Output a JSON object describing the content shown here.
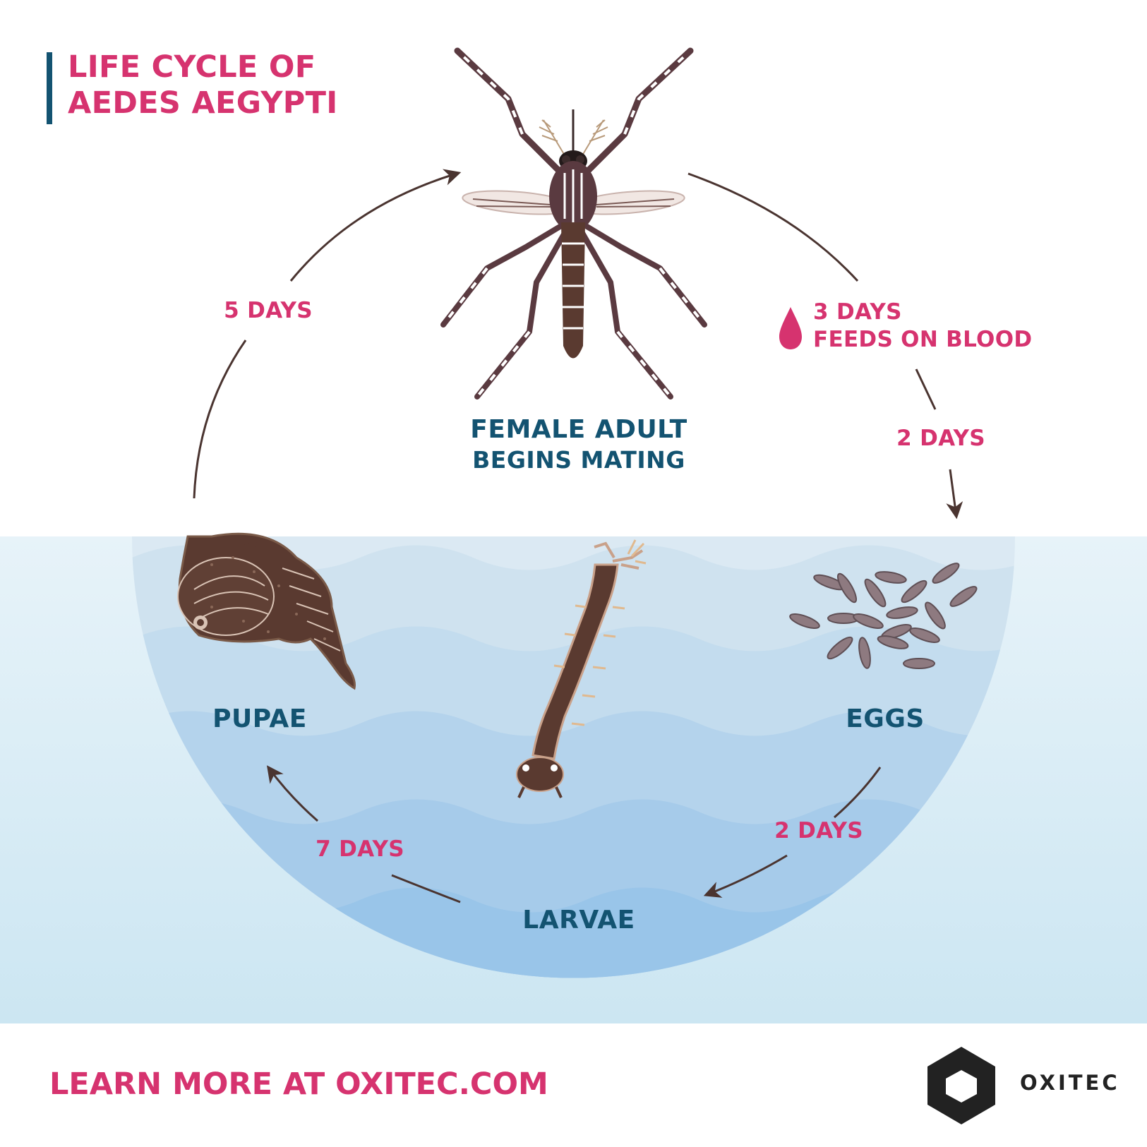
{
  "title": {
    "line1": "LIFE CYCLE OF",
    "line2": "AEDES AEGYPTI"
  },
  "stages": {
    "adult": {
      "line1": "FEMALE ADULT",
      "line2": "BEGINS MATING"
    },
    "eggs": "EGGS",
    "larvae": "LARVAE",
    "pupae": "PUPAE"
  },
  "durations": {
    "pupae_to_adult": "5 DAYS",
    "adult_feeding_line1": "3 DAYS",
    "adult_feeding_line2": "FEEDS ON BLOOD",
    "feeding_to_eggs": "2 DAYS",
    "eggs_to_larvae": "2 DAYS",
    "larvae_to_pupae": "7 DAYS"
  },
  "icons": [
    "blood-drop-icon",
    "mosquito-illustration",
    "pupa-illustration",
    "larva-illustration",
    "eggs-illustration",
    "oxitec-hexagon-logo-icon"
  ],
  "footer": {
    "cta": "LEARN MORE AT OXITEC.COM",
    "brand": "OXITEC"
  },
  "colors": {
    "accent_pink": "#d6336f",
    "navy": "#135371",
    "water_light": "#dff0f7",
    "water_deep": "#9ac9ea",
    "insect_brown": "#5a3a30",
    "arrow": "#4a3430"
  }
}
